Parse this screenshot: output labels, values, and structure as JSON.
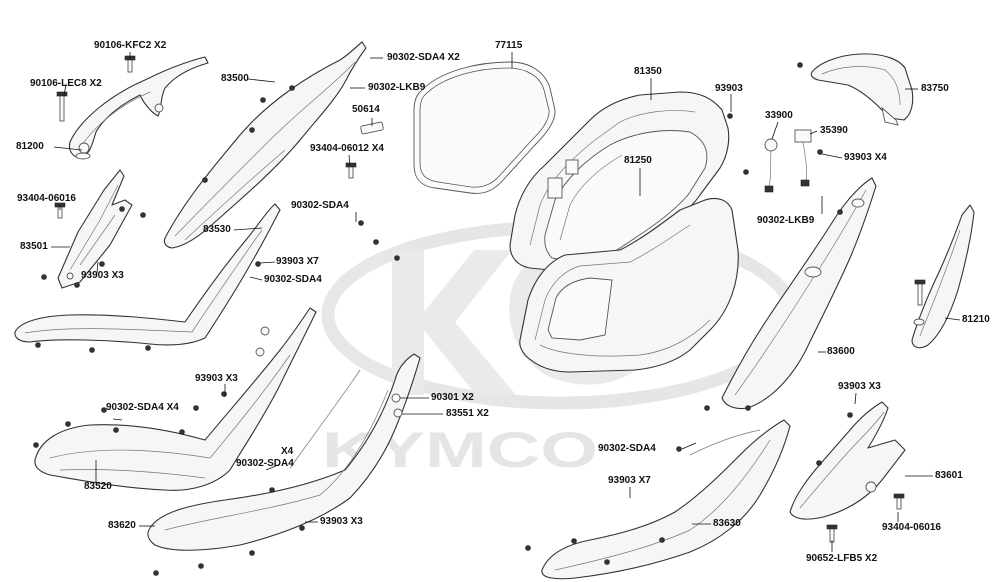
{
  "watermark": {
    "brand": "KYMCO",
    "color": "#e2e2e2"
  },
  "callouts": [
    {
      "id": "c-90106-kfc2",
      "text": "90106-KFC2 X2"
    },
    {
      "id": "c-90106-lec8",
      "text": "90106-LEC8 X2"
    },
    {
      "id": "c-81200",
      "text": "81200"
    },
    {
      "id": "c-83500",
      "text": "83500"
    },
    {
      "id": "c-90302-sda4-x2",
      "text": "90302-SDA4 X2"
    },
    {
      "id": "c-90302-lkb9-a",
      "text": "90302-LKB9"
    },
    {
      "id": "c-50614",
      "text": "50614"
    },
    {
      "id": "c-93404-06012",
      "text": "93404-06012 X4"
    },
    {
      "id": "c-77115",
      "text": "77115"
    },
    {
      "id": "c-81350",
      "text": "81350"
    },
    {
      "id": "c-93903-top",
      "text": "93903"
    },
    {
      "id": "c-83750",
      "text": "83750"
    },
    {
      "id": "c-33900",
      "text": "33900"
    },
    {
      "id": "c-35390",
      "text": "35390"
    },
    {
      "id": "c-93903-x4",
      "text": "93903  X4"
    },
    {
      "id": "c-81250",
      "text": "81250"
    },
    {
      "id": "c-90302-lkb9-b",
      "text": "90302-LKB9"
    },
    {
      "id": "c-93404-06016-a",
      "text": "93404-06016"
    },
    {
      "id": "c-83501",
      "text": "83501"
    },
    {
      "id": "c-93903-x3-a",
      "text": "93903   X3"
    },
    {
      "id": "c-90302-sda4-a",
      "text": "90302-SDA4"
    },
    {
      "id": "c-83530",
      "text": "83530"
    },
    {
      "id": "c-93903-x7-a",
      "text": "93903  X7"
    },
    {
      "id": "c-90302-sda4-b",
      "text": "90302-SDA4"
    },
    {
      "id": "c-81210",
      "text": "81210"
    },
    {
      "id": "c-83600",
      "text": "83600"
    },
    {
      "id": "c-93903-x3-b",
      "text": "93903  X3"
    },
    {
      "id": "c-90301",
      "text": "90301  X2"
    },
    {
      "id": "c-83551",
      "text": "83551  X2"
    },
    {
      "id": "c-90302-sda4-x4",
      "text": "90302-SDA4  X4"
    },
    {
      "id": "c-93903-x3-c",
      "text": "93903  X3"
    },
    {
      "id": "c-90302-sda4-c",
      "text": "90302-SDA4"
    },
    {
      "id": "c-x4",
      "text": "X4"
    },
    {
      "id": "c-90302-sda4-d",
      "text": "90302-SDA4"
    },
    {
      "id": "c-83520",
      "text": "83520"
    },
    {
      "id": "c-93903-x7-b",
      "text": "93903  X7"
    },
    {
      "id": "c-83601",
      "text": "83601"
    },
    {
      "id": "c-83620",
      "text": "83620"
    },
    {
      "id": "c-93903-x3-d",
      "text": "93903  X3"
    },
    {
      "id": "c-83630",
      "text": "83630"
    },
    {
      "id": "c-93404-06016-b",
      "text": "93404-06016"
    },
    {
      "id": "c-90652-lfb5",
      "text": "90652-LFB5  X2"
    }
  ]
}
